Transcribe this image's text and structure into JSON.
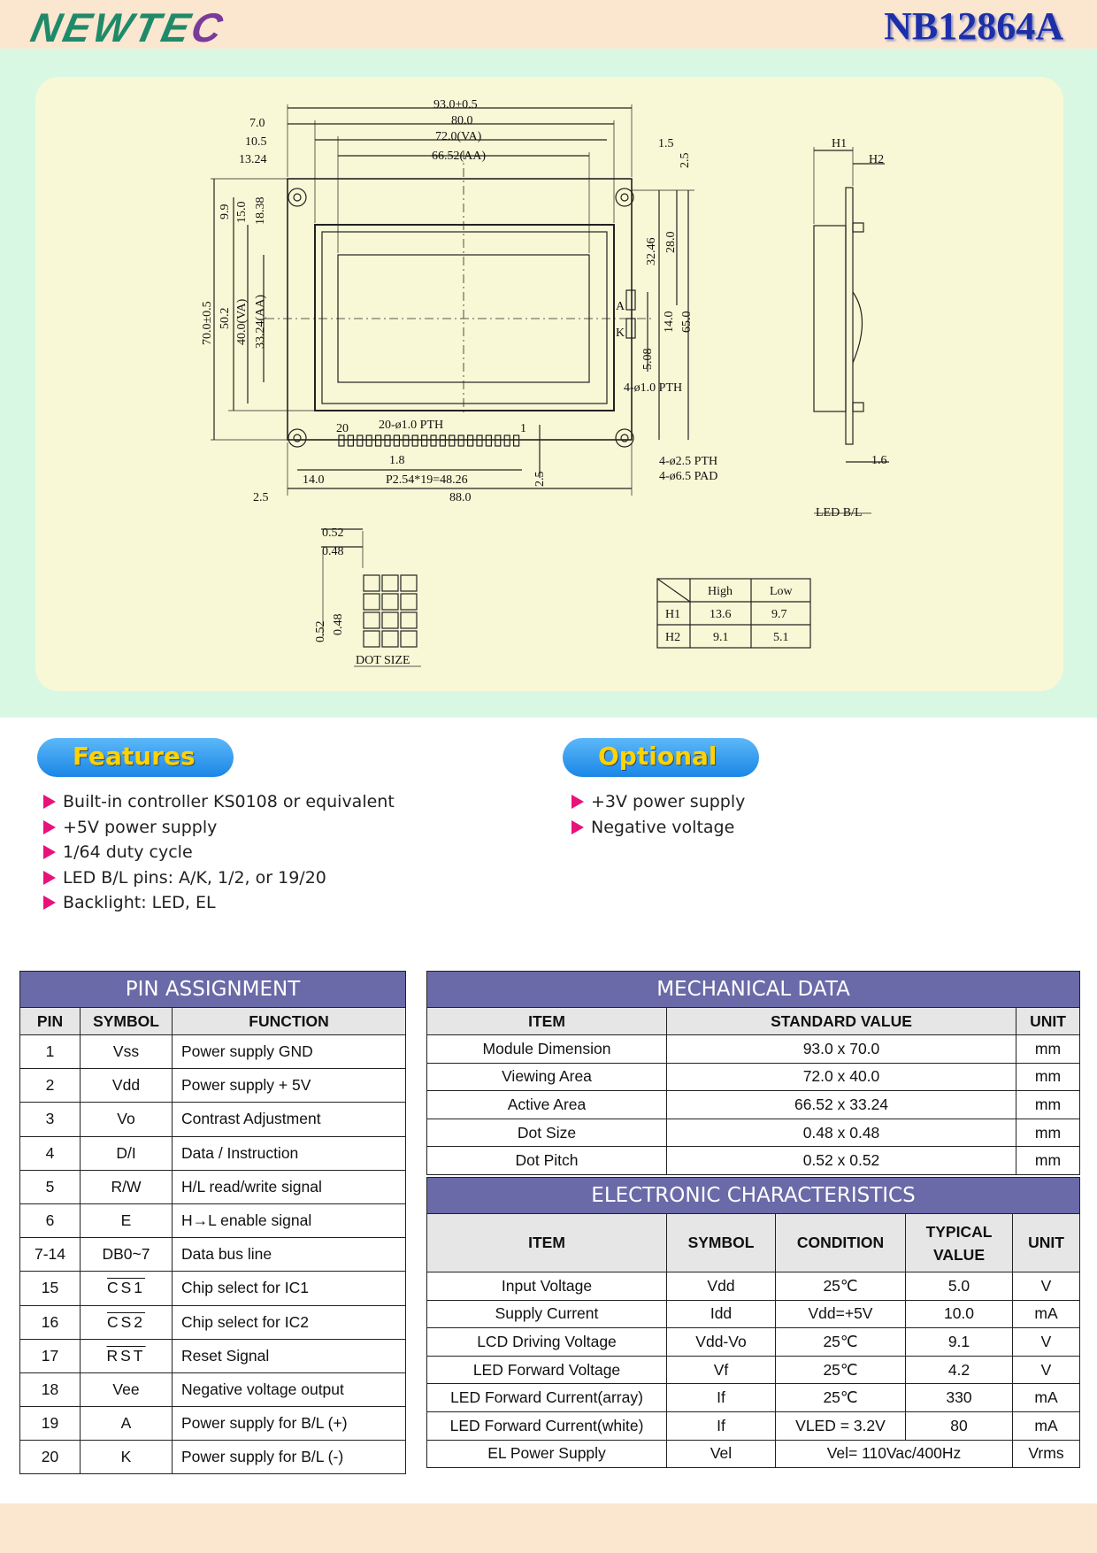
{
  "header": {
    "logo_main": "NEWTE",
    "logo_tail": "C",
    "model": "NB12864A"
  },
  "drawing": {
    "dims": {
      "w_total": "93.0±0.5",
      "w_80": "80.0",
      "w_va": "72.0(VA)",
      "w_aa": "66.52(AA)",
      "left_7": "7.0",
      "left_105": "10.5",
      "left_1324": "13.24",
      "r_15": "1.5",
      "r_25": "2.5",
      "v_99": "9.9",
      "v_150": "15.0",
      "v_1838": "18.38",
      "h_total": "70.0±0.5",
      "h_502": "50.2",
      "h_va": "40.0(VA)",
      "h_aa": "33.24(AA)",
      "v_3246": "32.46",
      "v_280": "28.0",
      "v_140": "14.0",
      "v_650": "65.0",
      "v_508": "5.08",
      "pin_a": "A",
      "pin_k": "K",
      "pth_4": "4-ø1.0 PTH",
      "pin20": "20",
      "pin1": "1",
      "pth_20": "20-ø1.0 PTH",
      "d_18": "1.8",
      "d_140": "14.0",
      "pitch": "P2.54*19=48.26",
      "d_25b": "2.5",
      "d_25l": "2.5",
      "d_880": "88.0",
      "pth_25": "4-ø2.5 PTH",
      "pad_65": "4-ø6.5 PAD",
      "h1": "H1",
      "h2": "H2",
      "d_16": "1.6",
      "led_bl": "LED B/L",
      "dot_052a": "0.52",
      "dot_048a": "0.48",
      "dot_052b": "0.52",
      "dot_048b": "0.48",
      "dot_size": "DOT SIZE"
    },
    "hl_table": {
      "cols": [
        "High",
        "Low"
      ],
      "rows": [
        {
          "label": "H1",
          "high": "13.6",
          "low": "9.7"
        },
        {
          "label": "H2",
          "high": "9.1",
          "low": "5.1"
        }
      ]
    }
  },
  "features": {
    "title": "Features",
    "items": [
      "Built-in controller KS0108 or equivalent",
      "+5V power supply",
      "1/64 duty cycle",
      "LED B/L pins: A/K, 1/2, or 19/20",
      "Backlight: LED, EL"
    ]
  },
  "optional": {
    "title": "Optional",
    "items": [
      "+3V power supply",
      "Negative voltage"
    ]
  },
  "pin_table": {
    "title": "PIN ASSIGNMENT",
    "headers": [
      "PIN",
      "SYMBOL",
      "FUNCTION"
    ],
    "rows": [
      {
        "pin": "1",
        "symbol": "Vss",
        "function": "Power supply GND"
      },
      {
        "pin": "2",
        "symbol": "Vdd",
        "function": "Power supply + 5V"
      },
      {
        "pin": "3",
        "symbol": "Vo",
        "function": "Contrast Adjustment"
      },
      {
        "pin": "4",
        "symbol": "D/I",
        "function": "Data / Instruction"
      },
      {
        "pin": "5",
        "symbol": "R/W",
        "function": "H/L read/write signal"
      },
      {
        "pin": "6",
        "symbol": "E",
        "function": "H→L enable signal"
      },
      {
        "pin": "7-14",
        "symbol": "DB0~7",
        "function": "Data bus line"
      },
      {
        "pin": "15",
        "symbol": "CS1",
        "function": "Chip select for IC1"
      },
      {
        "pin": "16",
        "symbol": "CS2",
        "function": "Chip select for IC2"
      },
      {
        "pin": "17",
        "symbol": "RST",
        "function": "Reset Signal"
      },
      {
        "pin": "18",
        "symbol": "Vee",
        "function": "Negative voltage output"
      },
      {
        "pin": "19",
        "symbol": "A",
        "function": "Power supply for B/L (+)"
      },
      {
        "pin": "20",
        "symbol": "K",
        "function": "Power supply for B/L (-)"
      }
    ]
  },
  "mech_table": {
    "title": "MECHANICAL DATA",
    "headers": [
      "ITEM",
      "STANDARD VALUE",
      "UNIT"
    ],
    "rows": [
      {
        "item": "Module Dimension",
        "value": "93.0 x 70.0",
        "unit": "mm"
      },
      {
        "item": "Viewing Area",
        "value": "72.0 x 40.0",
        "unit": "mm"
      },
      {
        "item": "Active Area",
        "value": "66.52 x 33.24",
        "unit": "mm"
      },
      {
        "item": "Dot Size",
        "value": "0.48 x 0.48",
        "unit": "mm"
      },
      {
        "item": "Dot Pitch",
        "value": "0.52 x 0.52",
        "unit": "mm"
      }
    ]
  },
  "elec_table": {
    "title": "ELECTRONIC CHARACTERISTICS",
    "headers": [
      "ITEM",
      "SYMBOL",
      "CONDITION",
      "TYPICAL VALUE",
      "UNIT"
    ],
    "rows": [
      {
        "item": "Input Voltage",
        "symbol": "Vdd",
        "condition": "25℃",
        "value": "5.0",
        "unit": "V"
      },
      {
        "item": "Supply Current",
        "symbol": "Idd",
        "condition": "Vdd=+5V",
        "value": "10.0",
        "unit": "mA"
      },
      {
        "item": "LCD Driving Voltage",
        "symbol": "Vdd-Vo",
        "condition": "25℃",
        "value": "9.1",
        "unit": "V"
      },
      {
        "item": "LED Forward Voltage",
        "symbol": "Vf",
        "condition": "25℃",
        "value": "4.2",
        "unit": "V"
      },
      {
        "item": "LED Forward Current(array)",
        "symbol": "If",
        "condition": "25℃",
        "value": "330",
        "unit": "mA"
      },
      {
        "item": "LED Forward Current(white)",
        "symbol": "If",
        "condition": "VLED = 3.2V",
        "value": "80",
        "unit": "mA"
      }
    ],
    "last_row": {
      "item": "EL Power Supply",
      "symbol": "Vel",
      "condition": "Vel= 110Vac/400Hz",
      "unit": "Vrms"
    }
  }
}
